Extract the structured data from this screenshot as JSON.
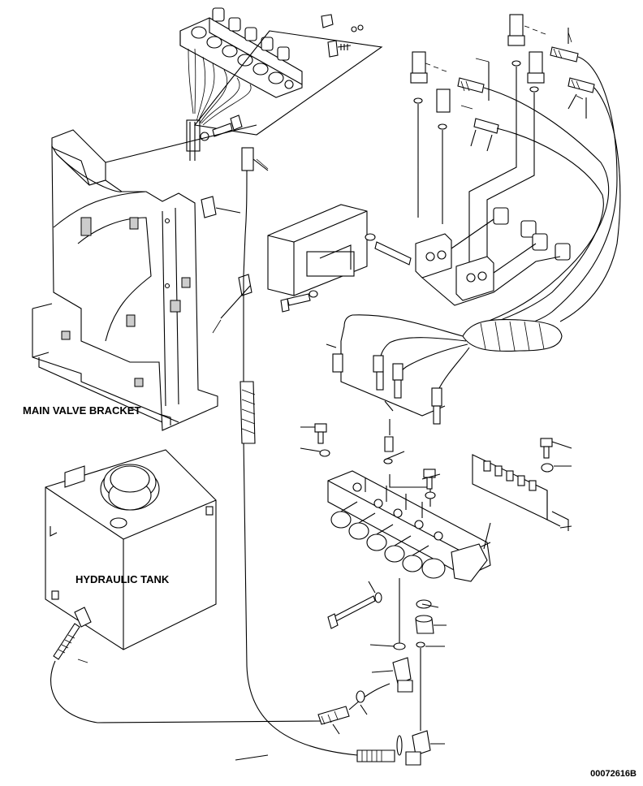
{
  "labels": {
    "main_valve_bracket": "MAIN VALVE BRACKET",
    "hydraulic_tank": "HYDRAULIC TANK",
    "drawing_number": "00072616B"
  },
  "style": {
    "line_color": "#000000",
    "background": "#ffffff"
  }
}
